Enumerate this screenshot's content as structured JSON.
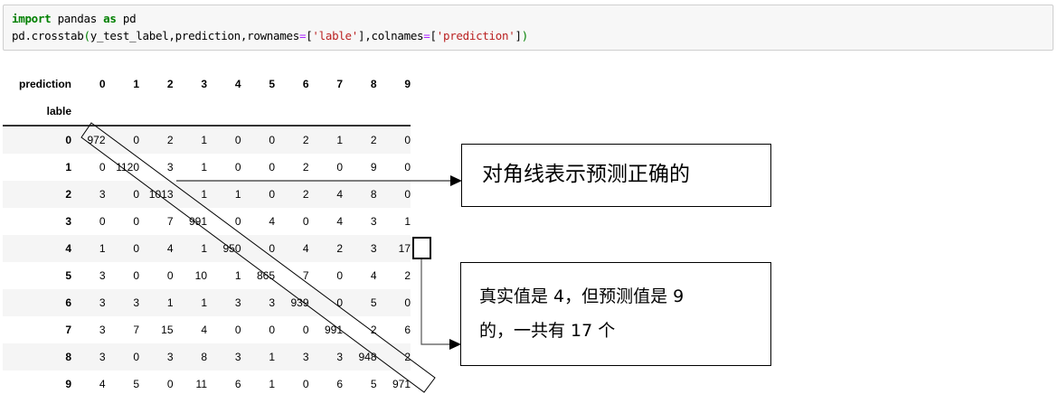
{
  "code_cell": {
    "line1": {
      "kw1": "import",
      "mid": " pandas ",
      "kw2": "as",
      "end": " pd"
    },
    "line2": {
      "prefix": "pd.crosstab",
      "open": "(",
      "args": "y_test_label,prediction,rownames",
      "eq1": "=",
      "b1": "[",
      "s1": "'lable'",
      "b1c": "],colnames",
      "eq2": "=",
      "b2": "[",
      "s2": "'prediction'",
      "b2c": "]",
      "close": ")"
    }
  },
  "table": {
    "col_axis_name": "prediction",
    "row_axis_name": "lable",
    "columns": [
      "0",
      "1",
      "2",
      "3",
      "4",
      "5",
      "6",
      "7",
      "8",
      "9"
    ],
    "rows": [
      {
        "label": "0",
        "values": [
          "972",
          "0",
          "2",
          "1",
          "0",
          "0",
          "2",
          "1",
          "2",
          "0"
        ]
      },
      {
        "label": "1",
        "values": [
          "0",
          "1120",
          "3",
          "1",
          "0",
          "0",
          "2",
          "0",
          "9",
          "0"
        ]
      },
      {
        "label": "2",
        "values": [
          "3",
          "0",
          "1013",
          "1",
          "1",
          "0",
          "2",
          "4",
          "8",
          "0"
        ]
      },
      {
        "label": "3",
        "values": [
          "0",
          "0",
          "7",
          "991",
          "0",
          "4",
          "0",
          "4",
          "3",
          "1"
        ]
      },
      {
        "label": "4",
        "values": [
          "1",
          "0",
          "4",
          "1",
          "950",
          "0",
          "4",
          "2",
          "3",
          "17"
        ]
      },
      {
        "label": "5",
        "values": [
          "3",
          "0",
          "0",
          "10",
          "1",
          "865",
          "7",
          "0",
          "4",
          "2"
        ]
      },
      {
        "label": "6",
        "values": [
          "3",
          "3",
          "1",
          "1",
          "3",
          "3",
          "939",
          "0",
          "5",
          "0"
        ]
      },
      {
        "label": "7",
        "values": [
          "3",
          "7",
          "15",
          "4",
          "0",
          "0",
          "0",
          "991",
          "2",
          "6"
        ]
      },
      {
        "label": "8",
        "values": [
          "3",
          "0",
          "3",
          "8",
          "3",
          "1",
          "3",
          "3",
          "948",
          "2"
        ]
      },
      {
        "label": "9",
        "values": [
          "4",
          "5",
          "0",
          "11",
          "6",
          "1",
          "0",
          "6",
          "5",
          "971"
        ]
      }
    ]
  },
  "annotations": {
    "diagonal_note": "对角线表示预测正确的",
    "cell_note_line1": "真实值是 4，但预测值是 9",
    "cell_note_line2": "的，一共有 17 个"
  },
  "colors": {
    "keyword": "#008000",
    "operator": "#aa22ff",
    "string": "#ba2121",
    "row_stripe": "#f5f5f5",
    "code_bg": "#f7f7f7"
  }
}
